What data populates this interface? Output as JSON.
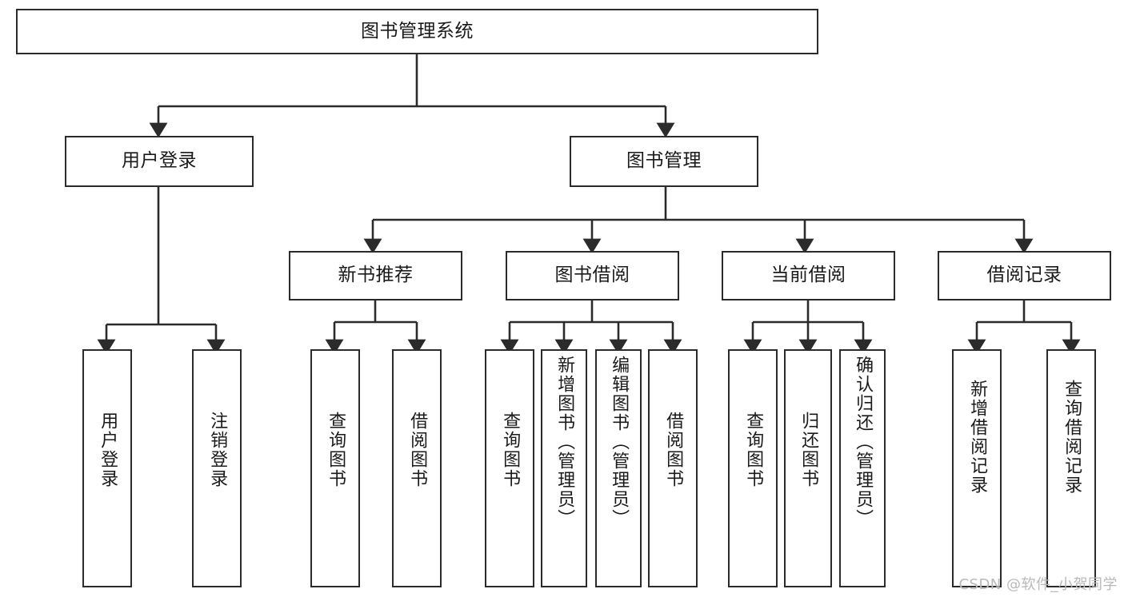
{
  "diagram": {
    "title": "图书管理系统",
    "type": "hierarchy-tree",
    "watermark": "CSDN @软件_小贺同学",
    "colors": {
      "stroke": "#2b2b2b",
      "fill": "#ffffff",
      "text": "#1a1a1a",
      "watermark": "#b9b9b9"
    },
    "levels": {
      "level1": [
        {
          "id": "root",
          "label": "图书管理系统"
        }
      ],
      "level2": [
        {
          "id": "user-login",
          "label": "用户登录"
        },
        {
          "id": "book-manage",
          "label": "图书管理"
        }
      ],
      "level3": [
        {
          "id": "new-book-rec",
          "label": "新书推荐",
          "parent": "book-manage"
        },
        {
          "id": "book-borrow",
          "label": "图书借阅",
          "parent": "book-manage"
        },
        {
          "id": "current-borrow",
          "label": "当前借阅",
          "parent": "book-manage"
        },
        {
          "id": "borrow-record",
          "label": "借阅记录",
          "parent": "book-manage"
        }
      ],
      "level4": [
        {
          "id": "leaf-user-login",
          "label": "用户登录",
          "parent": "user-login"
        },
        {
          "id": "leaf-logout",
          "label": "注销登录",
          "parent": "user-login"
        },
        {
          "id": "leaf-query-book-1",
          "label": "查询图书",
          "parent": "new-book-rec"
        },
        {
          "id": "leaf-borrow-book-1",
          "label": "借阅图书",
          "parent": "new-book-rec"
        },
        {
          "id": "leaf-query-book-2",
          "label": "查询图书",
          "parent": "book-borrow"
        },
        {
          "id": "leaf-add-book",
          "label": "新增图书（管理员）",
          "parent": "book-borrow"
        },
        {
          "id": "leaf-edit-book",
          "label": "编辑图书（管理员）",
          "parent": "book-borrow"
        },
        {
          "id": "leaf-borrow-book-2",
          "label": "借阅图书",
          "parent": "book-borrow"
        },
        {
          "id": "leaf-query-book-3",
          "label": "查询图书",
          "parent": "current-borrow"
        },
        {
          "id": "leaf-return-book",
          "label": "归还图书",
          "parent": "current-borrow"
        },
        {
          "id": "leaf-confirm-return",
          "label": "确认归还（管理员）",
          "parent": "current-borrow"
        },
        {
          "id": "leaf-add-record",
          "label": "新增借阅记录",
          "parent": "borrow-record"
        },
        {
          "id": "leaf-query-record",
          "label": "查询借阅记录",
          "parent": "borrow-record"
        }
      ]
    }
  }
}
